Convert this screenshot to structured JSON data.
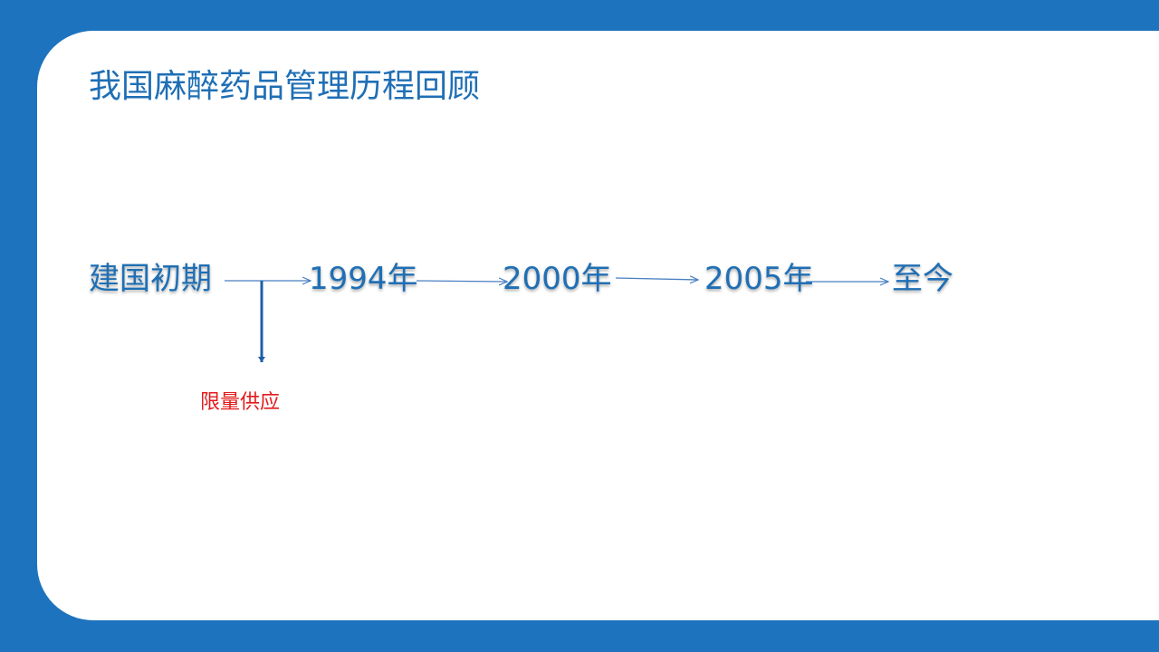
{
  "title": "我国麻醉药品管理历程回顾",
  "timeline": {
    "nodes": [
      "建国初期",
      "1994年",
      "2000年",
      "2005年",
      "至今"
    ],
    "branch_label": "限量供应"
  },
  "colors": {
    "background": "#1e73be",
    "panel": "#ffffff",
    "title": "#1f6fb5",
    "node_text": "#1f6fb5",
    "arrow": "#4a7fc1",
    "branch_arrow": "#1f5fa8",
    "branch_label": "#e31b1b"
  }
}
